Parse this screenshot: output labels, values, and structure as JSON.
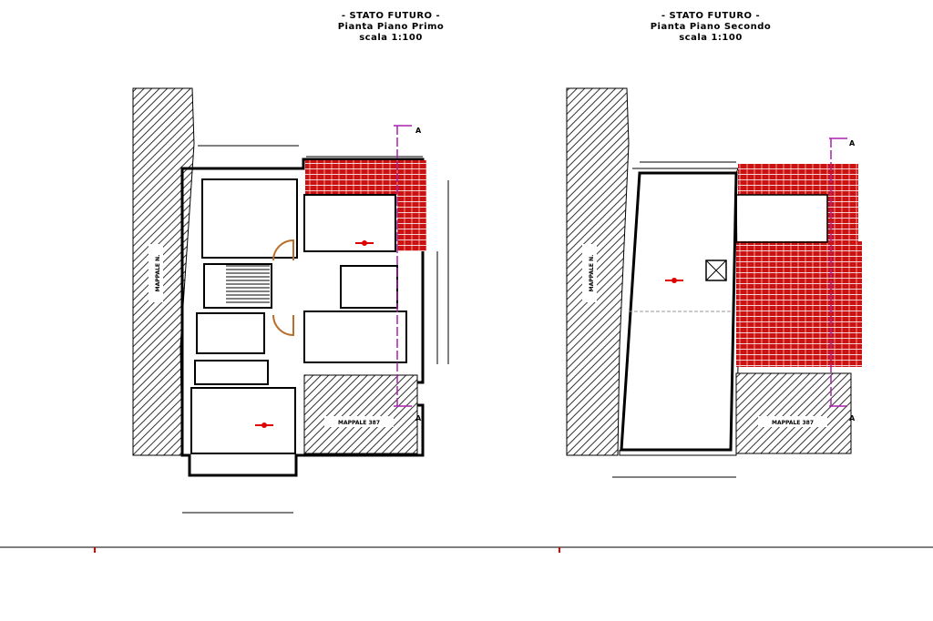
{
  "plan_first": {
    "title": "- STATO FUTURO -",
    "subtitle": "Pianta Piano Primo",
    "scale": "scala 1:100",
    "neighbor_left": "MAPPALE N.",
    "neighbor_bottom": "MAPPALE 387",
    "section_marker": "A"
  },
  "plan_second": {
    "title": "- STATO FUTURO -",
    "subtitle": "Pianta Piano Secondo",
    "scale": "scala 1:100",
    "neighbor_left": "MAPPALE N.",
    "neighbor_bottom": "MAPPALE 387",
    "section_marker": "A"
  },
  "colors": {
    "line": "#000000",
    "roof_tile": "#cc1111",
    "hatch": "#333333",
    "section_line": "#aa22aa",
    "door_arc": "#b8702c",
    "level_marker": "#dd0000"
  }
}
